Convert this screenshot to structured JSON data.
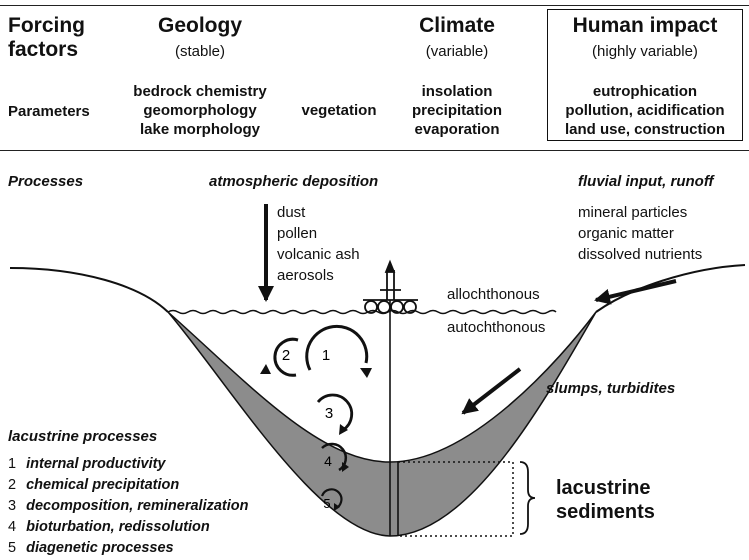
{
  "header": {
    "forcing_factors": [
      "Forcing",
      "factors"
    ],
    "geology": {
      "title": "Geology",
      "sub": "(stable)"
    },
    "climate": {
      "title": "Climate",
      "sub": "(variable)"
    },
    "human": {
      "title": "Human impact",
      "sub": "(highly variable)"
    }
  },
  "parameters": {
    "label": "Parameters",
    "geology": [
      "bedrock chemistry",
      "geomorphology",
      "lake morphology"
    ],
    "vegetation": "vegetation",
    "climate": [
      "insolation",
      "precipitation",
      "evaporation"
    ],
    "human": [
      "eutrophication",
      "pollution, acidification",
      "land use, construction"
    ]
  },
  "processes": {
    "label": "Processes",
    "atmospheric": {
      "title": "atmospheric deposition",
      "items": [
        "dust",
        "pollen",
        "volcanic ash",
        "aerosols"
      ]
    },
    "fluvial": {
      "title": "fluvial input, runoff",
      "items": [
        "mineral particles",
        "organic matter",
        "dissolved nutrients"
      ]
    }
  },
  "lake": {
    "allochthonous": "allochthonous",
    "autochthonous": "autochthonous",
    "slumps": "slumps, turbidites",
    "sediments": [
      "lacustrine",
      "sediments"
    ],
    "cycle_numbers": [
      "1",
      "2",
      "3",
      "4",
      "5"
    ]
  },
  "lacustrine_processes": {
    "title": "lacustrine processes",
    "items": [
      {
        "num": "1",
        "label": "internal productivity"
      },
      {
        "num": "2",
        "label": "chemical precipitation"
      },
      {
        "num": "3",
        "label": "decomposition, remineralization"
      },
      {
        "num": "4",
        "label": "bioturbation, redissolution"
      },
      {
        "num": "5",
        "label": "diagenetic processes"
      }
    ]
  },
  "colors": {
    "sediment": "#8c8c8c",
    "line": "#111111"
  }
}
